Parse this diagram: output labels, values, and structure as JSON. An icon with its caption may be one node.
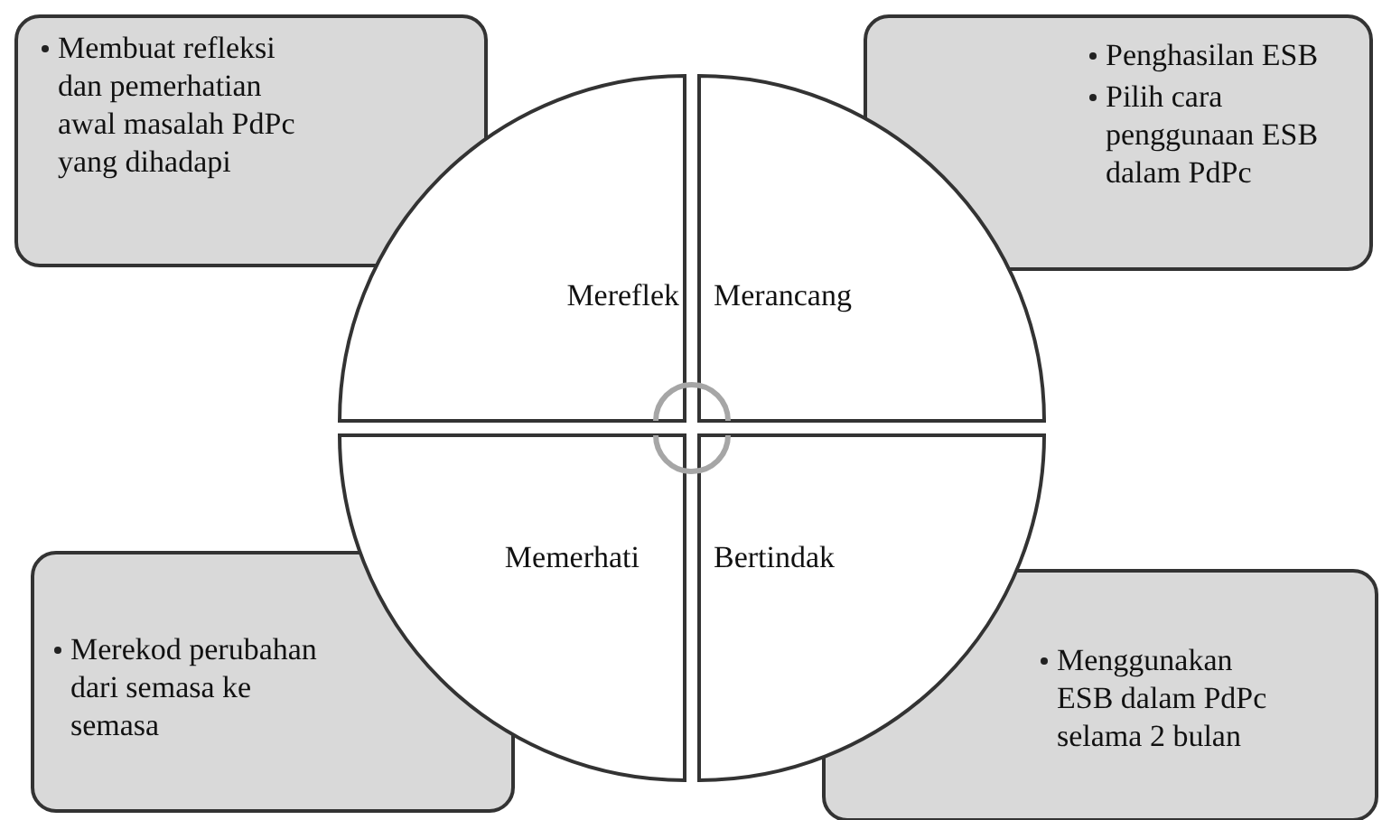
{
  "diagram": {
    "nodes": [
      {
        "text": [
          "Membuat refleksi dan pemerhatian awal masalah PdPc yang dihadapi"
        ]
      },
      {
        "text": [
          "Penghasilan ESB",
          "Pilih cara penggunaan ESB dalam PdPc"
        ]
      },
      {
        "text": [
          "Merekod perubahan dari semasa ke semasa"
        ]
      },
      {
        "text": [
          "Menggunakan ESB dalam PdPc selama 2 bulan"
        ]
      },
      {
        "text": [
          "Mereflek"
        ]
      },
      {
        "text": [
          "Merancang"
        ]
      },
      {
        "text": [
          "Memerhati"
        ]
      },
      {
        "text": [
          "Bertindak"
        ]
      }
    ],
    "edges": []
  }
}
